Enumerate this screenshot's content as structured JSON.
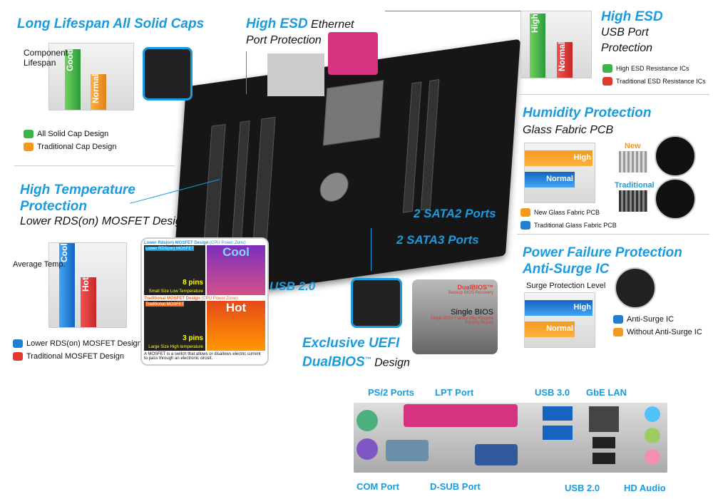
{
  "caps": {
    "title": "Long Lifespan All Solid Caps",
    "chart_label": "Component Lifespan",
    "bar_good": "Good",
    "bar_normal": "Normal",
    "legend": [
      "All Solid Cap Design",
      "Traditional Cap Design"
    ]
  },
  "temp": {
    "title": "High Temperature Protection",
    "subtitle": "Lower RDS(on) MOSFET Design",
    "chart_label": "Average Temp.",
    "bar_cool": "Cool",
    "bar_hot": "Hot",
    "legend": [
      "Lower RDS(on) MOSFET Design",
      "Traditional MOSFET Design"
    ],
    "panel": {
      "top_title": "Lower Rds(on) MOSFET Design",
      "top_zone": "(CPU Power Zone)",
      "top_chip": "Lower RDS(on) MOSFET",
      "cool": "Cool",
      "pins8": "8 pins",
      "pins8_desc": "Small Size Low Temperature",
      "bottom_title": "Traditional MOSFET Design",
      "bottom_zone": "(CPU Power Zone)",
      "bottom_chip": "Traditional MOSFET",
      "hot": "Hot",
      "pins3": "3 pins",
      "pins3_desc": "Large Size High temperature",
      "footnote": "A MOSFET is a switch that allows or disallows electric current to pass through an electronic circuit."
    }
  },
  "eth": {
    "title": "High ESD",
    "title_rest": "Ethernet",
    "subtitle": "Port Protection"
  },
  "usbesd": {
    "title": "High ESD",
    "subtitle1": "USB Port",
    "subtitle2": "Protection",
    "bar_high": "High",
    "bar_normal": "Normal",
    "legend": [
      "High ESD Resistance ICs",
      "Traditional ESD Resistance ICs"
    ]
  },
  "humidity": {
    "title": "Humidity Protection",
    "subtitle": "Glass Fabric PCB",
    "bar_high": "High",
    "bar_normal": "Normal",
    "new": "New",
    "traditional": "Traditional",
    "legend": [
      "New Glass Fabric PCB",
      "Traditional Glass Fabric PCB"
    ]
  },
  "surge": {
    "title1": "Power Failure Protection",
    "title2": "Anti-Surge IC",
    "chart_label": "Surge Protection Level",
    "bar_high": "High",
    "bar_normal": "Normal",
    "legend": [
      "Anti-Surge IC",
      "Without Anti-Surge IC"
    ]
  },
  "callouts": {
    "sata2": "2 SATA2 Ports",
    "sata3": "2 SATA3 Ports",
    "usb2": "USB 2.0"
  },
  "bios": {
    "title1": "Exclusive UEFI",
    "title2": "DualBIOS",
    "tm": "™",
    "title3": "Design",
    "dual": "DualBIOS™",
    "single": "Single BIOS",
    "backup": "Backup BIOS Recovery",
    "fail": "Single BIOS Failure May Require Factory Repair"
  },
  "io": {
    "ps2": "PS/2 Ports",
    "lpt": "LPT Port",
    "usb3": "USB 3.0",
    "gbe": "GbE LAN",
    "com": "COM Port",
    "dsub": "D-SUB Port",
    "usb2": "USB 2.0",
    "audio": "HD Audio"
  },
  "colors": {
    "accent": "#1a9be0",
    "green": "#3cb44a",
    "orange": "#f39a1e",
    "blue": "#1f7fd0",
    "red": "#e03a2f",
    "magenta": "#d6337f"
  }
}
